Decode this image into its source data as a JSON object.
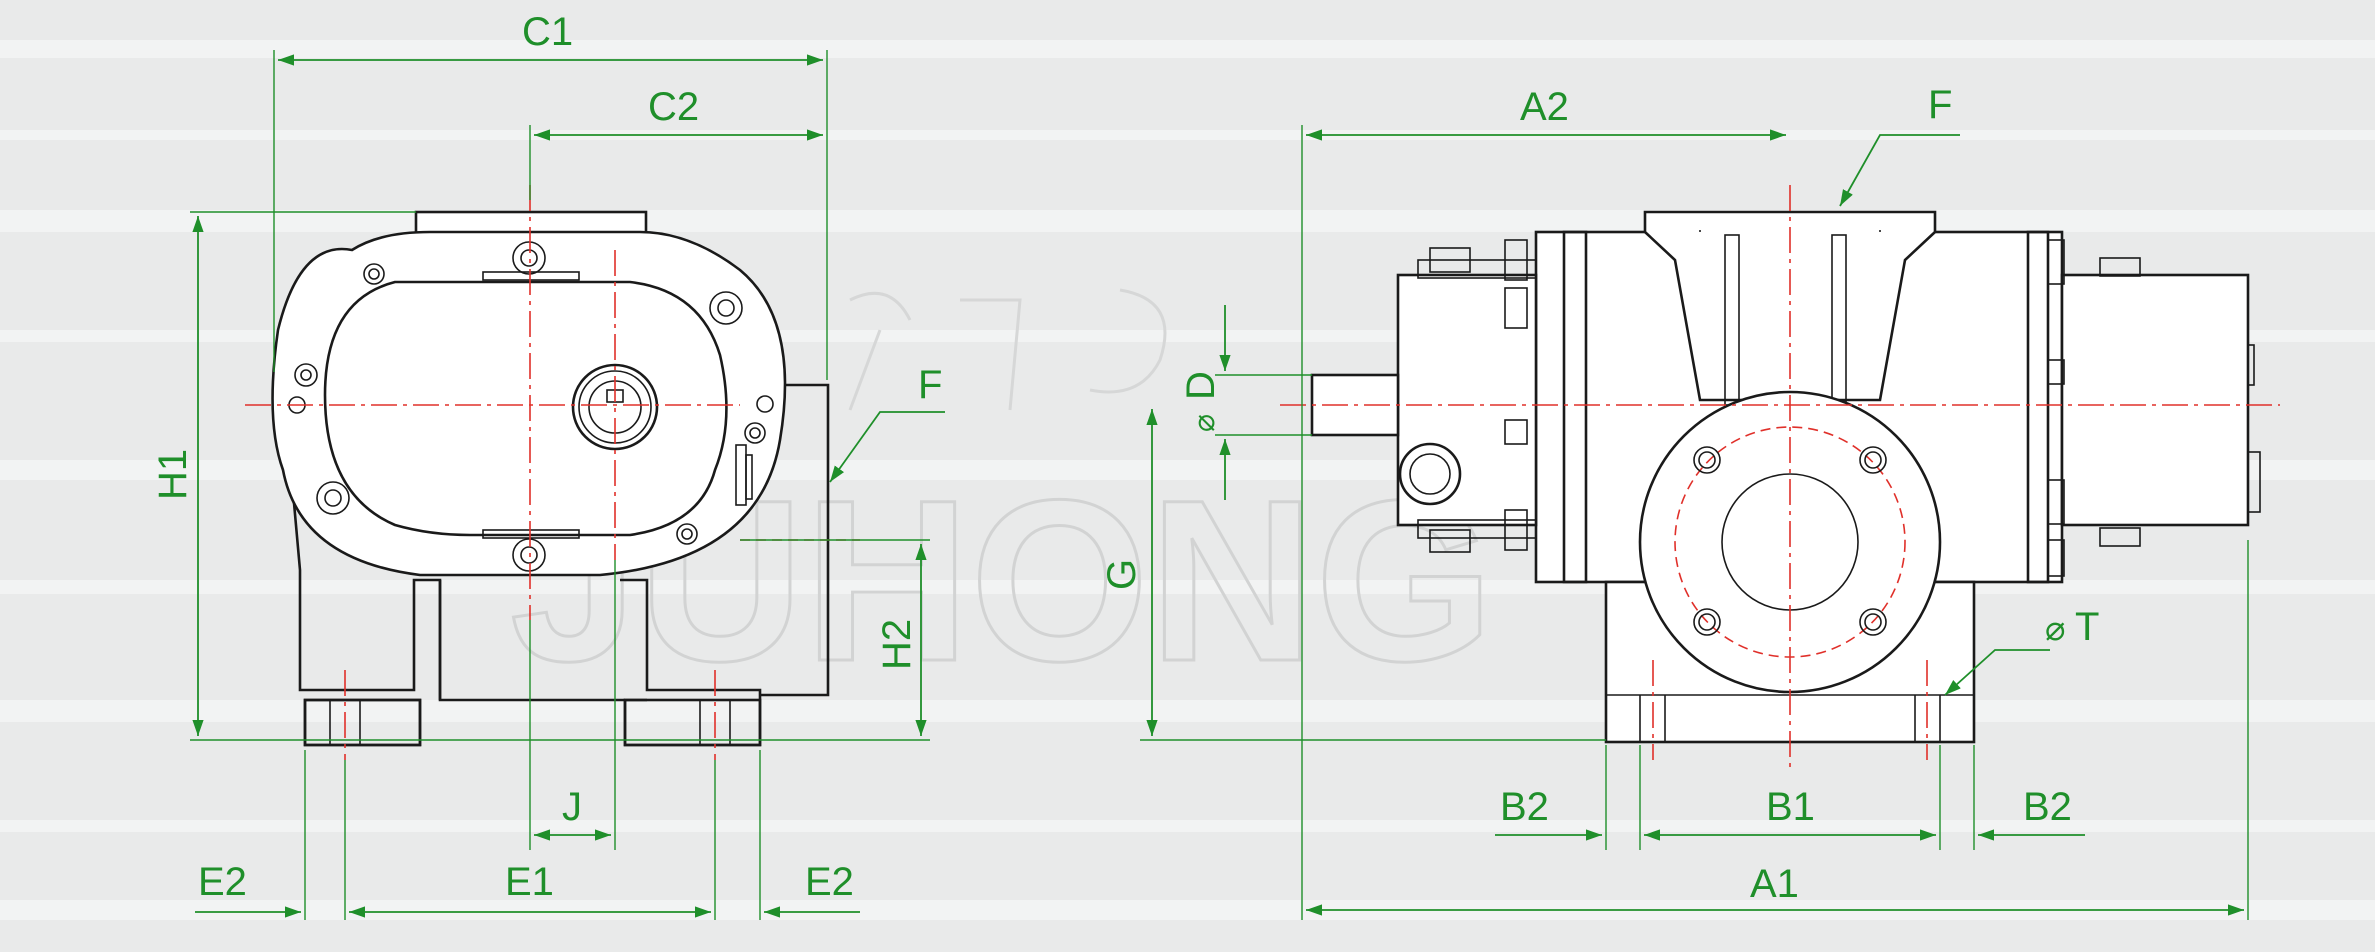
{
  "labels": {
    "C1": "C1",
    "C2": "C2",
    "F_left": "F",
    "H1": "H1",
    "H2": "H2",
    "J": "J",
    "E1": "E1",
    "E2_left": "E2",
    "E2_right": "E2",
    "A2": "A2",
    "F_right": "F",
    "D": "D",
    "phi_D": "⌀",
    "G": "G",
    "T": "T",
    "phi_T": "⌀",
    "B2_left": "B2",
    "B1": "B1",
    "B2_right": "B2",
    "A1": "A1"
  },
  "watermark": {
    "text": "JUHONG"
  },
  "colors": {
    "dimension": "#1f8f2a",
    "centerline": "#e0302a",
    "outline": "#1a1a1a",
    "background": "#e9eaea"
  }
}
